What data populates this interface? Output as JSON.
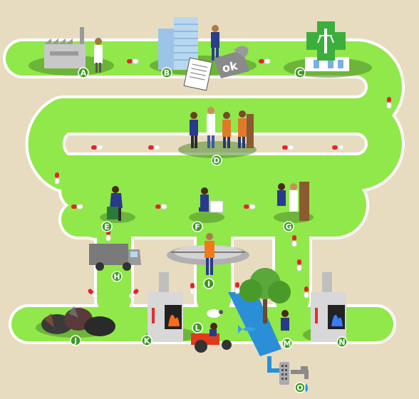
{
  "stations": [
    {
      "id": "A",
      "letter": "A"
    },
    {
      "id": "B",
      "letter": "B"
    },
    {
      "id": "C",
      "letter": "C"
    },
    {
      "id": "D",
      "letter": "D"
    },
    {
      "id": "E",
      "letter": "E"
    },
    {
      "id": "F",
      "letter": "F"
    },
    {
      "id": "G",
      "letter": "G"
    },
    {
      "id": "H",
      "letter": "H"
    },
    {
      "id": "I",
      "letter": "I"
    },
    {
      "id": "J",
      "letter": "J"
    },
    {
      "id": "K",
      "letter": "K"
    },
    {
      "id": "L",
      "letter": "L"
    },
    {
      "id": "M",
      "letter": "M"
    },
    {
      "id": "N",
      "letter": "N"
    },
    {
      "id": "O",
      "letter": "O"
    }
  ],
  "sign_text": "ok",
  "colors": {
    "background": "#e8dcc0",
    "road": "#90e84a",
    "road_edge": "#ffffff",
    "label_circle": "#3c9a1f",
    "capsule_red": "#e0262c",
    "pharmacy_cross": "#3cae3c",
    "water": "#2a8fd6"
  }
}
